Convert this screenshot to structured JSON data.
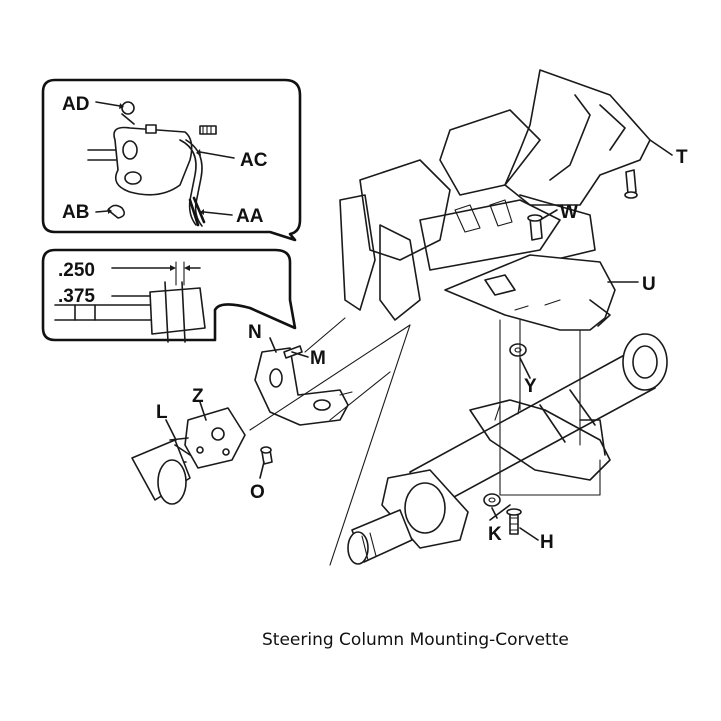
{
  "caption": "Steering Column Mounting-Corvette",
  "dimensions": [
    ".250",
    ".375"
  ],
  "callouts": {
    "AD": "AD",
    "AC": "AC",
    "AB": "AB",
    "AA": "AA",
    "T": "T",
    "W": "W",
    "U": "U",
    "N": "N",
    "M": "M",
    "Z": "Z",
    "L": "L",
    "O": "O",
    "Y": "Y",
    "K": "K",
    "H": "H"
  }
}
